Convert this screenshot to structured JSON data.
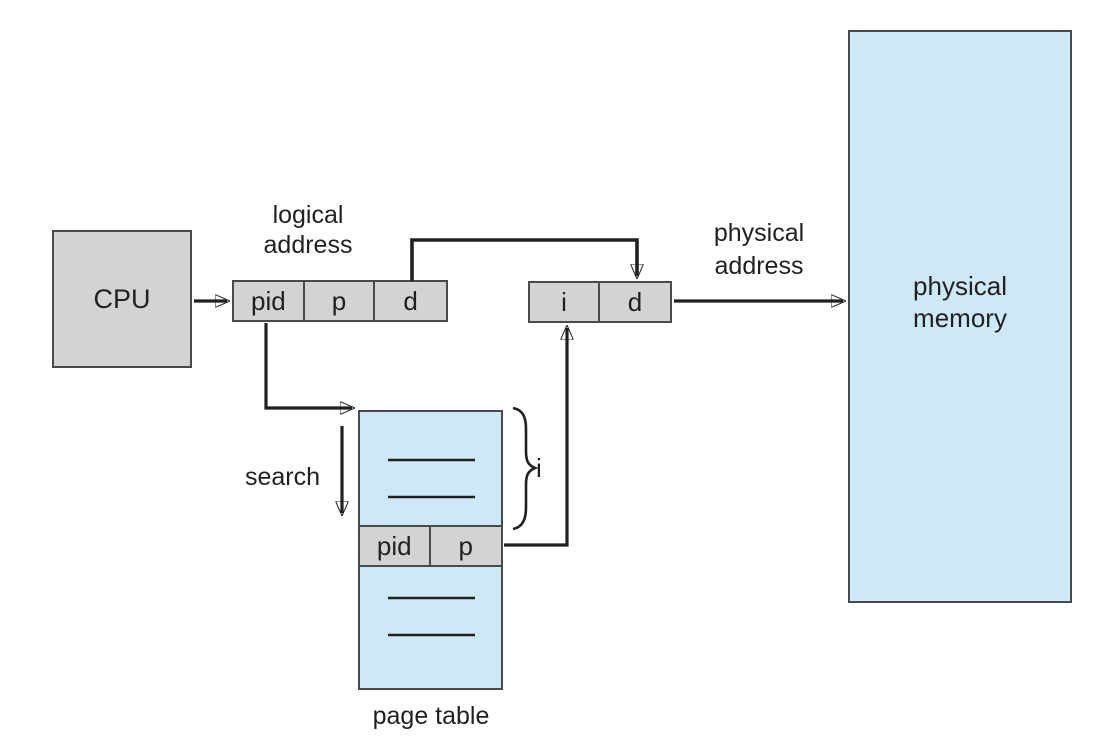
{
  "cpu": {
    "label": "CPU"
  },
  "logical_address": {
    "label": "logical\naddress",
    "cells": [
      "pid",
      "p",
      "d"
    ]
  },
  "physical_address": {
    "label": "physical\naddress",
    "cells": [
      "i",
      "d"
    ]
  },
  "physical_memory": {
    "label": "physical\nmemory"
  },
  "page_table": {
    "caption": "page table",
    "matched_entry": [
      "pid",
      "p"
    ]
  },
  "annotations": {
    "search": "search",
    "index": "i"
  },
  "colors": {
    "box_fill_gray": "#d1d3d4",
    "box_fill_blue": "#cde9f8",
    "line": "#231f20",
    "border": "#4a4a4c"
  }
}
